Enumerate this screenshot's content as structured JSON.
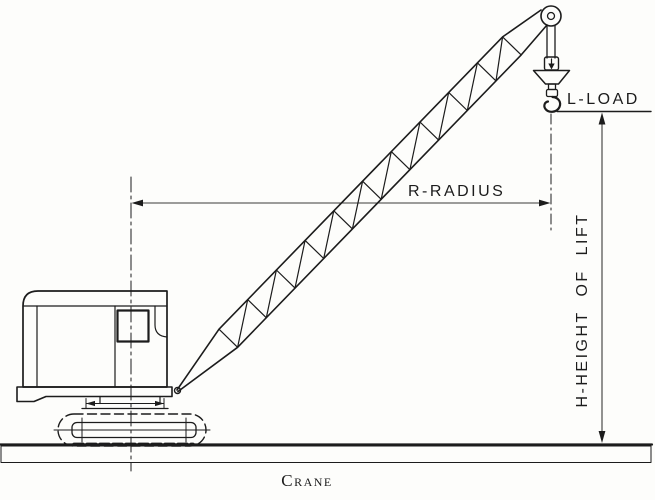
{
  "figure": {
    "caption": "Crane",
    "labels": {
      "load": "L-LOAD",
      "radius": "R-RADIUS",
      "height_of_lift": "H-HEIGHT OF LIFT"
    },
    "colors": {
      "ink": "#1c1c1c",
      "paper": "#fdfdfb",
      "dimension_line": "#3a3a3a"
    }
  }
}
